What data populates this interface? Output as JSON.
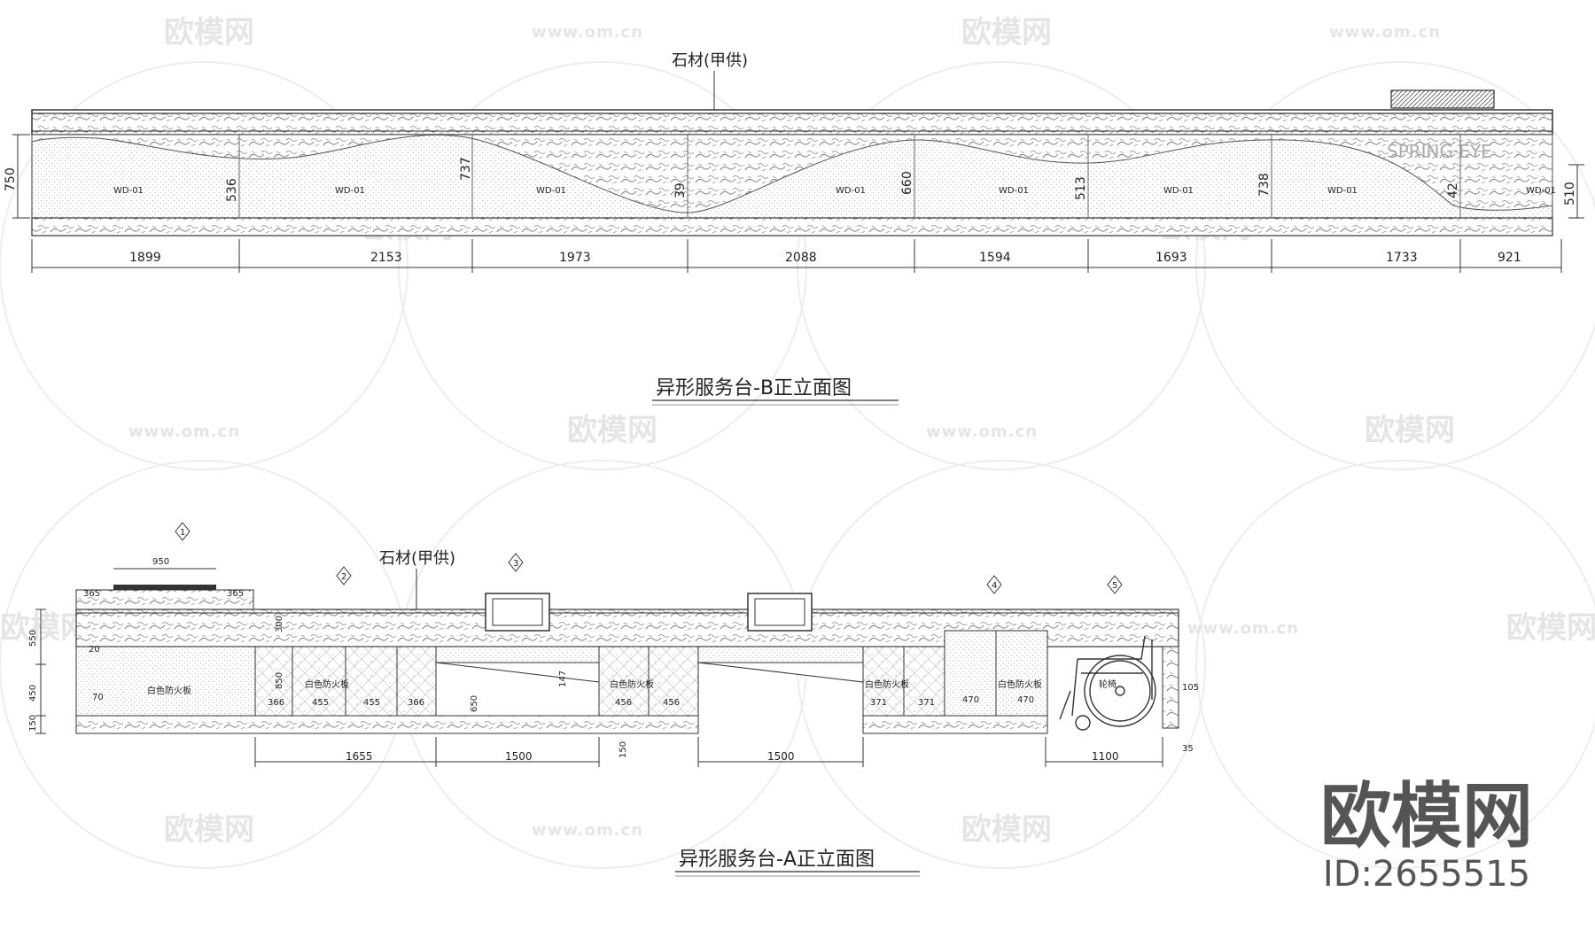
{
  "watermark": {
    "logo": "欧模网",
    "url": "www.om.cn"
  },
  "brand": {
    "name": "欧模网",
    "id": "ID:2655515"
  },
  "elevation_b": {
    "title": "异形服务台-B正立面图",
    "material_label": "石材(甲供)",
    "overlay_text": "SPRING·EYE",
    "panel_label": "WD-01",
    "total_height": "750",
    "right_height": "510",
    "wave_heights": [
      "536",
      "737",
      "39",
      "660",
      "513",
      "738",
      "42"
    ],
    "segment_widths": [
      "1899",
      "2153",
      "1973",
      "2088",
      "1594",
      "1693",
      "1733",
      "921"
    ]
  },
  "elevation_a": {
    "title": "异形服务台-A正立面图",
    "material_label": "石材(甲供)",
    "markers": [
      "1",
      "2",
      "3",
      "4",
      "5"
    ],
    "top_width": "950",
    "top_side_left": "365",
    "top_side_right": "365",
    "left_heights": [
      "550",
      "450",
      "150"
    ],
    "inner_dims": [
      "300",
      "20",
      "70",
      "850",
      "147",
      "650",
      "150",
      "105",
      "35"
    ],
    "panel_label": "白色防火板",
    "wheelchair_label": "轮椅",
    "cabinet_widths": [
      "366",
      "455",
      "455",
      "366",
      "456",
      "456",
      "371",
      "371",
      "470",
      "470"
    ],
    "bottom_dims": [
      "1655",
      "1500",
      "1500",
      "1100"
    ]
  }
}
